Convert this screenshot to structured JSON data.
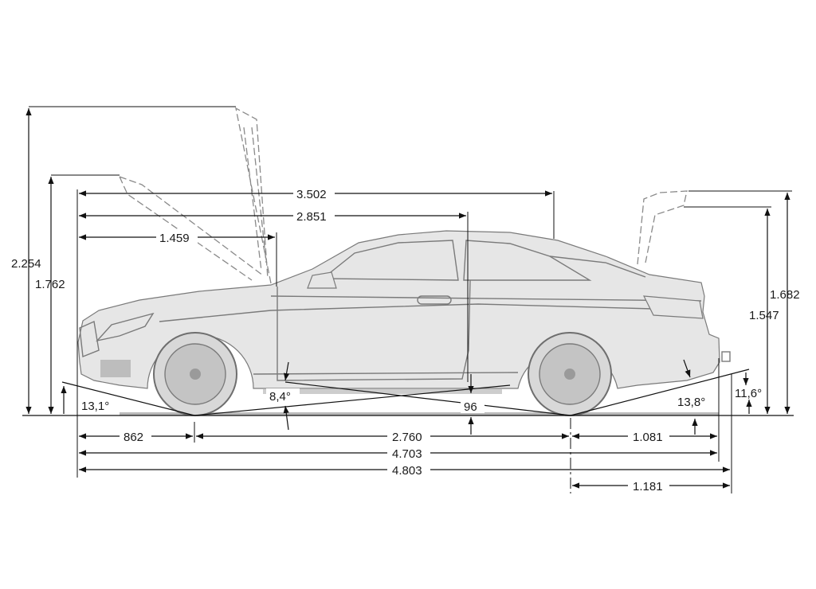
{
  "dimensions": {
    "height_hood_open": "2.254",
    "height_trunk_open_left": "1.762",
    "length_3502": "3.502",
    "length_2851": "2.851",
    "length_1459": "1.459",
    "height_trunk_open_right": "1.682",
    "height_right": "1.547",
    "angle_front": "13,1°",
    "angle_breakover": "8,4°",
    "ground_clearance": "96",
    "angle_rear": "13,8°",
    "angle_rear_small": "11,6°",
    "front_overhang": "862",
    "wheelbase": "2.760",
    "rear_overhang": "1.081",
    "length_total": "4.703",
    "length_overall": "4.803",
    "rear_overhang_max": "1.181"
  },
  "colors": {
    "lines": "#111111",
    "car": "#7a7a7a",
    "car_fill": "#e6e6e6"
  }
}
